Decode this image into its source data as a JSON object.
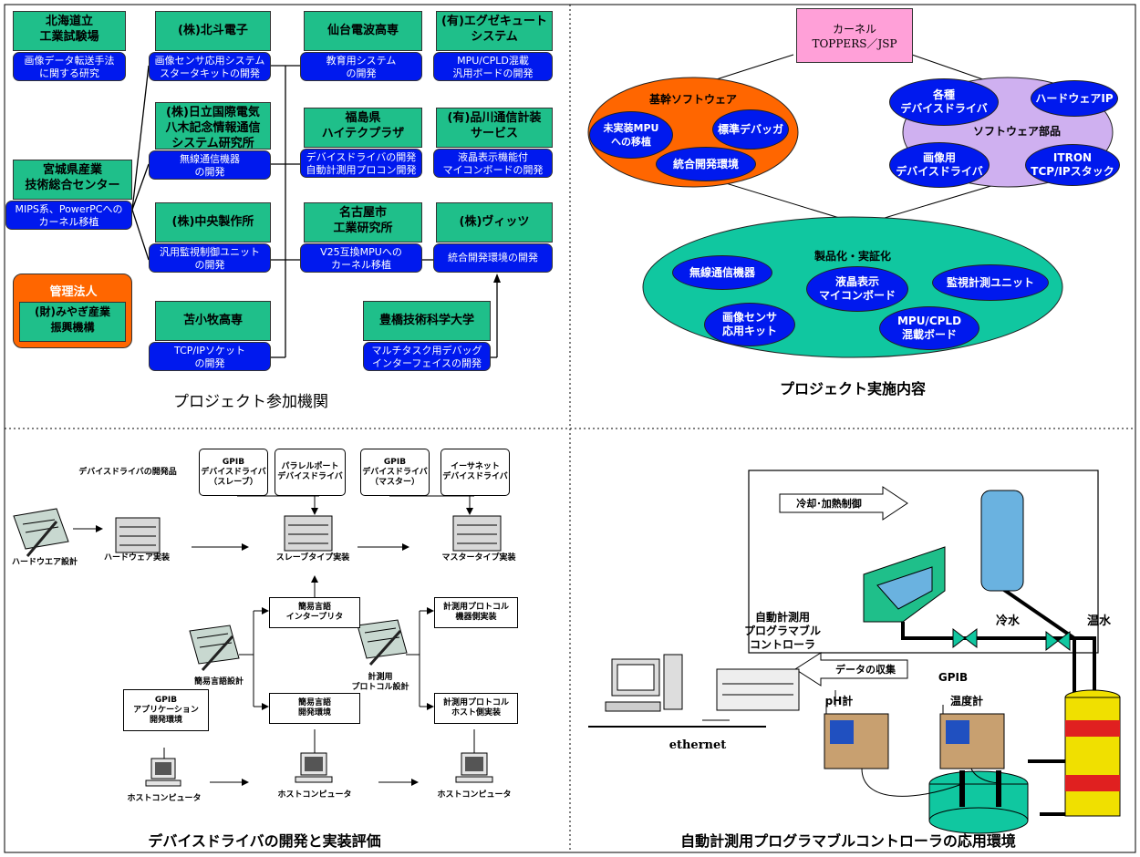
{
  "q1": {
    "boxes": [
      {
        "g": "北海道立\n工業試験場",
        "b": "画像データ転送手法\nに関する研究"
      },
      {
        "g": "(株)北斗電子",
        "b": "画像センサ応用システム\nスタータキットの開発"
      },
      {
        "g": "仙台電波高専",
        "b": "教育用システム\nの開発"
      },
      {
        "g": "(有)エグゼキュート\nシステム",
        "b": "MPU/CPLD混載\n汎用ボードの開発"
      },
      {
        "g": "(株)日立国際電気\n八木記念情報通信\nシステム研究所",
        "b": "無線通信機器\nの開発"
      },
      {
        "g": "福島県\nハイテクプラザ",
        "b": "デバイスドライバの開発\n自動計測用プロコン開発"
      },
      {
        "g": "(有)品川通信計装\nサービス",
        "b": "液晶表示機能付\nマイコンボードの開発"
      },
      {
        "g": "宮城県産業\n技術総合センター",
        "b": "MIPS系、PowerPCへの\nカーネル移植"
      },
      {
        "g": "(株)中央製作所",
        "b": "汎用監視制御ユニット\nの開発"
      },
      {
        "g": "名古屋市\n工業研究所",
        "b": "V25互換MPUへの\nカーネル移植"
      },
      {
        "g": "(株)ヴィッツ",
        "b": "統合開発環境の開発"
      },
      {
        "g": "苫小牧高専",
        "b": "TCP/IPソケット\nの開発"
      },
      {
        "g": "豊橋技術科学大学",
        "b": "マルチタスク用デバッグ\nインターフェイスの開発"
      }
    ],
    "mgmt_title": "管理法人",
    "mgmt_body": "(財)みやぎ産業\n振興機構",
    "caption": "プロジェクト参加機関"
  },
  "q2": {
    "kernel": "カーネル\nTOPPERS／JSP",
    "core_title": "基幹ソフトウェア",
    "core_items": [
      "未実装MPU\nへの移植",
      "標準デバッガ",
      "統合開発環境"
    ],
    "parts_title": "ソフトウェア部品",
    "parts_items": [
      "各種\nデバイスドライバ",
      "ハードウェアIP",
      "画像用\nデバイスドライバ",
      "ITRON\nTCP/IPスタック"
    ],
    "prod_title": "製品化・実証化",
    "prod_items": [
      "無線通信機器",
      "液晶表示\nマイコンボード",
      "監視計測ユニット",
      "画像センサ\n応用キット",
      "MPU/CPLD\n混載ボード"
    ],
    "caption": "プロジェクト実施内容"
  },
  "q3": {
    "heading": "デバイスドライバの開発品",
    "drivers": [
      "GPIB\nデバイスドライバ\n（スレーブ）",
      "パラレルポート\nデバイスドライバ",
      "GPIB\nデバイスドライバ\n（マスター）",
      "イーサネット\nデバイスドライバ"
    ],
    "hw_design": "ハードウエア設計",
    "hw_impl": "ハードウェア実装",
    "slave_impl": "スレーブタイプ実装",
    "master_impl": "マスタータイプ実装",
    "interp": "簡易言語\nインタープリタ",
    "lang_design": "簡易言語設計",
    "lang_env": "簡易言語\n開発環境",
    "proto_dev": "計測用プロトコル\n機器側実装",
    "proto_design": "計測用\nプロトコル設計",
    "proto_host": "計測用プロトコル\nホスト側実装",
    "gpib_app": "GPIB\nアプリケーション\n開発環境",
    "host": "ホストコンピュータ",
    "caption": "デバイスドライバの開発と実装評価"
  },
  "q4": {
    "cool_heat": "冷却･加熱制御",
    "hot_water": "温水",
    "cold_water": "冷水",
    "controller": "自動計測用\nプログラマブル\nコントローラ",
    "data_collect": "データの収集",
    "gpib": "GPIB",
    "ph": "pH計",
    "temp": "温度計",
    "ethernet": "ethernet",
    "caption": "自動計測用プログラマブルコントローラの応用環境"
  },
  "colors": {
    "green": "#1fbf8a",
    "blue": "#0019ee",
    "orange": "#ff6600",
    "pink": "#ffa0d8",
    "lilac": "#cfb0f0",
    "teal": "#10c7a0"
  }
}
